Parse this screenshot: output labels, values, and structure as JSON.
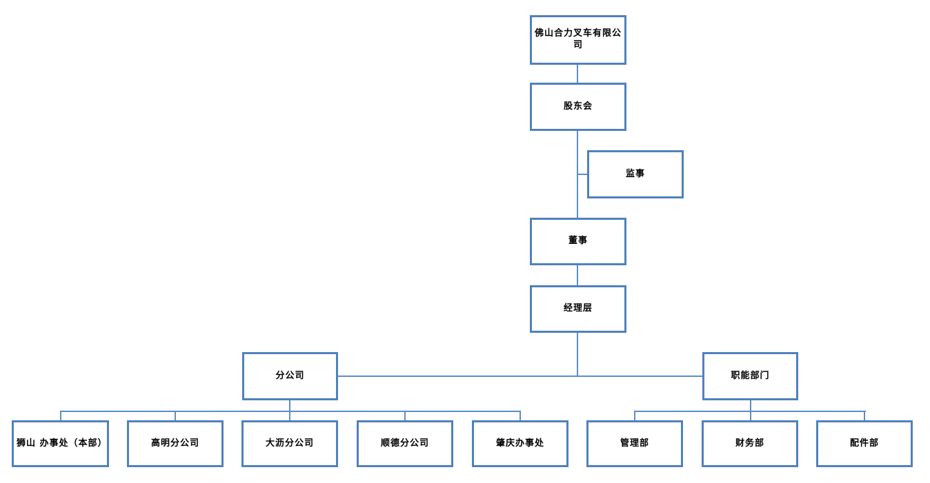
{
  "diagram": {
    "type": "org-chart",
    "company": "佛山合力叉车有限公司",
    "colors": {
      "box_border": "#4f81bd",
      "box_fill": "#ffffff",
      "connector": "#5b8dc8",
      "text": "#000000",
      "background": "#ffffff"
    },
    "nodes": {
      "company": {
        "label": "佛山合力叉车有限公司"
      },
      "shareholders": {
        "label": "股东会"
      },
      "supervisor": {
        "label": "监事"
      },
      "director": {
        "label": "董事"
      },
      "management": {
        "label": "经理层"
      },
      "branches": {
        "label": "分公司"
      },
      "functional": {
        "label": "职能部门"
      },
      "shishan": {
        "label": "狮山 办事处（本部）"
      },
      "gaoming": {
        "label": "高明分公司"
      },
      "dali": {
        "label": "大沥分公司"
      },
      "shunde": {
        "label": "顺德分公司"
      },
      "zhaoqing": {
        "label": "肇庆办事处"
      },
      "admin": {
        "label": "管理部"
      },
      "finance": {
        "label": "财务部"
      },
      "parts": {
        "label": "配件部"
      }
    },
    "hierarchy": [
      {
        "parent": "company",
        "child": "shareholders"
      },
      {
        "parent": "shareholders",
        "child": "supervisor",
        "note": "side-branch"
      },
      {
        "parent": "shareholders",
        "child": "director"
      },
      {
        "parent": "director",
        "child": "management"
      },
      {
        "parent": "management",
        "child": "branches"
      },
      {
        "parent": "management",
        "child": "functional"
      },
      {
        "parent": "branches",
        "child": "shishan"
      },
      {
        "parent": "branches",
        "child": "gaoming"
      },
      {
        "parent": "branches",
        "child": "dali"
      },
      {
        "parent": "branches",
        "child": "shunde"
      },
      {
        "parent": "branches",
        "child": "zhaoqing"
      },
      {
        "parent": "functional",
        "child": "admin"
      },
      {
        "parent": "functional",
        "child": "finance"
      },
      {
        "parent": "functional",
        "child": "parts"
      }
    ]
  }
}
